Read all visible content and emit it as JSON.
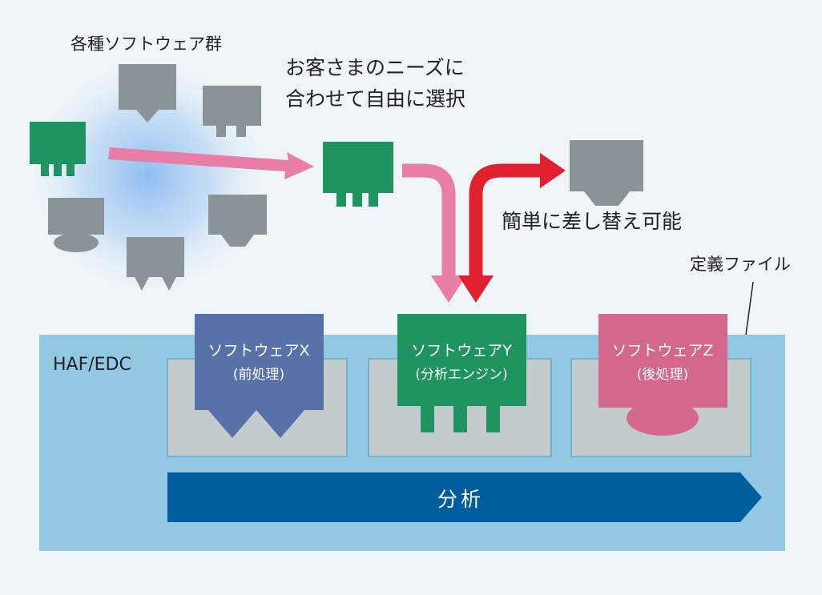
{
  "labels": {
    "software_group": "各種ソフトウェア群",
    "choose_line1": "お客さまのニーズに",
    "choose_line2": "合わせて自由に選択",
    "swap": "簡単に差し替え可能",
    "definition_file": "定義ファイル",
    "platform": "HAF/EDC",
    "analysis": "分析"
  },
  "modules": [
    {
      "name": "ソフトウェアX",
      "role": "(前処理)",
      "color": "#5871a8"
    },
    {
      "name": "ソフトウェアY",
      "role": "(分析エンジン)",
      "color": "#1f9461"
    },
    {
      "name": "ソフトウェアZ",
      "role": "(後処理)",
      "color": "#d4678c"
    }
  ],
  "colors": {
    "background": "#eef4f8",
    "platform": "#93c8e2",
    "slot": "#c4cbcd",
    "gray_piece": "#8a9498",
    "green_piece": "#1f9461",
    "analysis_arrow": "#005e9e",
    "pink_arrow": "#e87da6",
    "red_arrow": "#e0202e",
    "glow": "#8fbff0"
  }
}
